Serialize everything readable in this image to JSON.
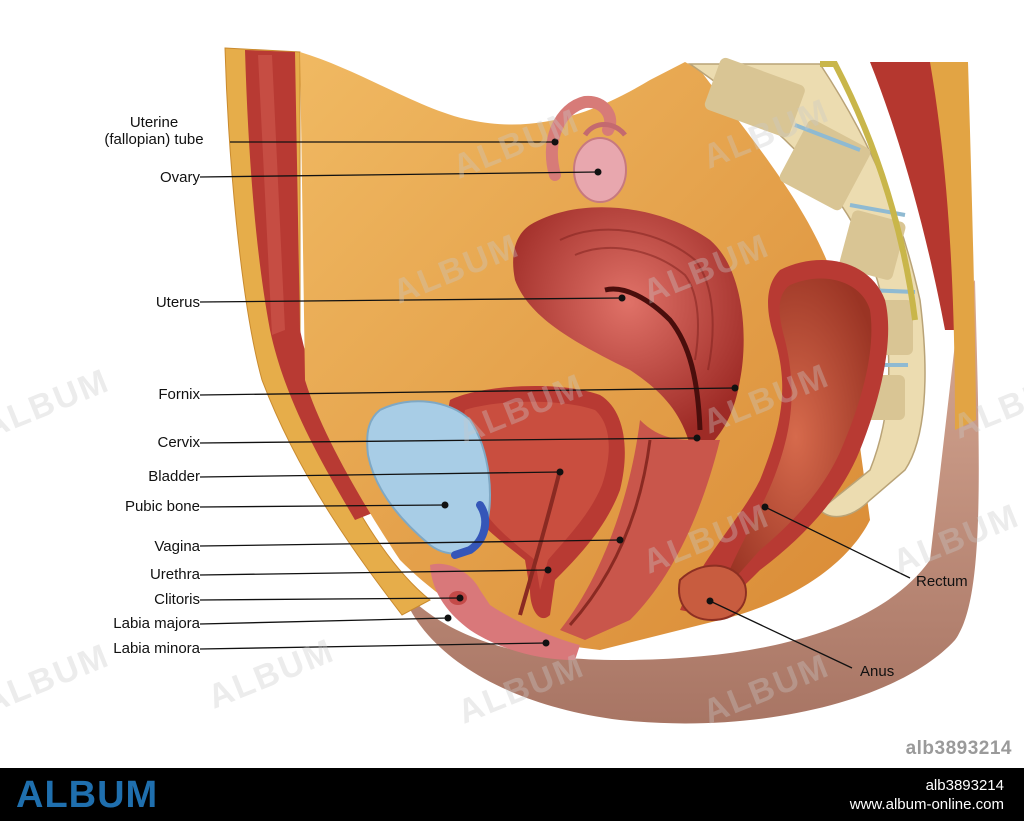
{
  "labels_left": [
    {
      "id": "uterine-tube",
      "lines": [
        "Uterine",
        "(fallopian) tube"
      ]
    },
    {
      "id": "ovary",
      "lines": [
        "Ovary"
      ]
    },
    {
      "id": "uterus",
      "lines": [
        "Uterus"
      ]
    },
    {
      "id": "fornix",
      "lines": [
        "Fornix"
      ]
    },
    {
      "id": "cervix",
      "lines": [
        "Cervix"
      ]
    },
    {
      "id": "bladder",
      "lines": [
        "Bladder"
      ]
    },
    {
      "id": "pubic-bone",
      "lines": [
        "Pubic bone"
      ]
    },
    {
      "id": "vagina",
      "lines": [
        "Vagina"
      ]
    },
    {
      "id": "urethra",
      "lines": [
        "Urethra"
      ]
    },
    {
      "id": "clitoris",
      "lines": [
        "Clitoris"
      ]
    },
    {
      "id": "labia-majora",
      "lines": [
        "Labia majora"
      ]
    },
    {
      "id": "labia-minora",
      "lines": [
        "Labia minora"
      ]
    }
  ],
  "labels_right": [
    {
      "id": "rectum",
      "lines": [
        "Rectum"
      ]
    },
    {
      "id": "anus",
      "lines": [
        "Anus"
      ]
    }
  ],
  "watermark_text": "ALBUM",
  "image_id": "alb3893214",
  "footer": {
    "logo": "ALBUM",
    "id": "alb3893214",
    "url": "www.album-online.com"
  },
  "colors": {
    "muscle": "#b83a33",
    "fat": "#e8b04a",
    "cavity": "#e39a3f",
    "bone": "#ecdcb0",
    "bladder": "#a8cde6",
    "skin": "#c99b86",
    "footer_logo": "#1f6fae"
  }
}
